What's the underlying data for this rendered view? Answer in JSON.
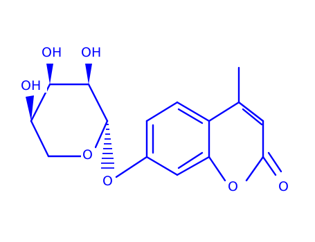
{
  "colors": {
    "structure": "#0000ff",
    "background": "#ffffff"
  },
  "molecule": {
    "atom_labels": {
      "oh_top_left": "OH",
      "oh_top_right": "OH",
      "oh_left": "OH",
      "ring_oxygen": "O",
      "glycosidic_oxygen": "O",
      "lactone_oxygen": "O",
      "carbonyl_oxygen": "O"
    }
  }
}
